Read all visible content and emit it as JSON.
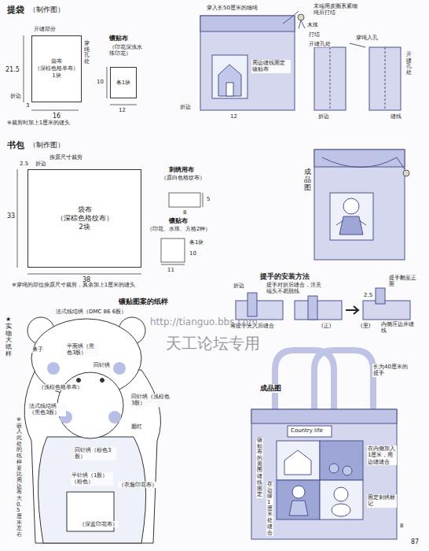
{
  "diagram": {
    "nodes": [
      {
        "text": [
          "袋布",
          "（深棕色格单布）",
          "1块"
        ]
      },
      {
        "text": [
          "各1块"
        ]
      },
      {
        "text": [
          "袋布",
          "（深棕色格纹布）",
          "2块"
        ]
      }
    ],
    "labels": [
      "提袋",
      "（制作图）",
      "开缝部分",
      "21.5",
      "16",
      "折边",
      "3",
      "穿绳孔处",
      "※裁剪时加上1厘米的缝头",
      "镶贴布",
      "（印花深浅水珠印花）",
      "10",
      "12",
      "穿入长50厘米的细绳",
      "末端用皮圈系紧细绳后打结",
      "木珠",
      "打结",
      "开缝孔处",
      "周边缝线固定镶贴布",
      "折边",
      "12",
      "穿绳入孔",
      "开缝孔处",
      "折边",
      "缝线",
      "书包",
      "（制作图）",
      "按原尺寸裁剪",
      "2.5",
      "折边",
      "33",
      "38",
      "刺绣用布",
      "（原白色格纹布）",
      "8",
      "5",
      "镶贴布",
      "（印花、水珠、方格2种）",
      "各1块",
      "10",
      "11",
      "※穿绳的部位按原尺寸裁剪，其余加上1厘米的缝头",
      "成品图",
      "提手的安装方法",
      "折边",
      "提手对折后缝合，注意端头不易脱线",
      "将提手夹入后缝合",
      "提手翻至正面",
      "(里)",
      "(正)",
      "内侧压边并缝线",
      "2.5",
      "成品图",
      "长为40厘米的提手",
      "Country life",
      "镶贴布的周围缝线固定",
      "在边缘1厘米处缝合",
      "在内侧加入1厘米，用边缝缝合",
      "固定刺绣标记",
      "8",
      "★实物大纸样",
      "镶贴图案的纸样",
      "法式线结绣（DMC 86 6股）",
      "鼻子",
      "平面绣（黑色3股）",
      "回针绣",
      "（浅棕色格单布）",
      "法式线结绣（黑色3股）",
      "回针绣（浅棕色3股）",
      "腮红",
      "回针绣（粉色3股）",
      "平针绣（1股）（粉色）",
      "（衣服印花布）",
      "（深蓝印花布）",
      "※嵌入此处的纸样要比周边布大0.5厘米左右",
      "http://tianguo.bbs.com",
      "天工论坛专用",
      "87"
    ]
  }
}
